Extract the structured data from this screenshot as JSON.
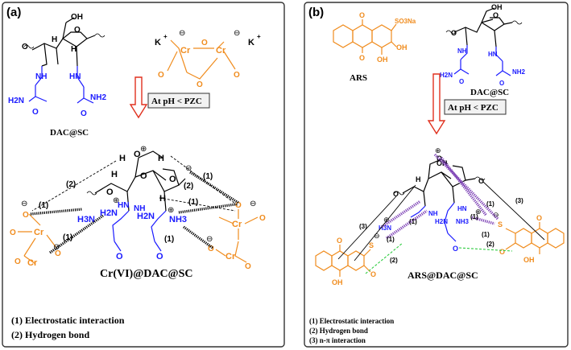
{
  "colors": {
    "black": "#000000",
    "blue": "#1a1aff",
    "orange": "#f08c1e",
    "red": "#e0301e",
    "purple": "#7b3fb4",
    "green": "#2ecc40",
    "panel_border": "#333333",
    "box_fill": "#f2f2f2"
  },
  "panel_a": {
    "tag": "(a)",
    "top_left_label": "DAC@SC",
    "top_right_ions": {
      "k_left": "K",
      "k_right": "K",
      "plus": "+",
      "minus": "⊖",
      "cr": "Cr",
      "o": "O"
    },
    "condition": "At pH < PZC",
    "product_label": "Cr(VI)@DAC@SC",
    "atoms": {
      "oh": "OH",
      "h": "H",
      "o": "O",
      "hn": "HN",
      "nh": "NH",
      "h2n": "H2N",
      "nh2": "NH2",
      "n": "N",
      "h3n": "H3N",
      "nh3": "NH3",
      "cr": "Cr",
      "plus": "⊕",
      "minus": "⊖"
    },
    "interaction_labels": {
      "one": "(1)",
      "two": "(2)"
    },
    "legend": [
      "(1) Electrostatic interaction",
      "(2) Hydrogen bond"
    ]
  },
  "panel_b": {
    "tag": "(b)",
    "ars_label": "ARS",
    "dac_label": "DAC@SC",
    "so3na": "SO3Na",
    "atoms": {
      "oh": "OH",
      "o": "O",
      "h": "H",
      "hn": "HN",
      "nh": "NH",
      "h2n": "H2N",
      "nh2": "NH2",
      "n": "N",
      "h3n": "H3N",
      "nh3": "NH3",
      "s": "S",
      "plus": "⊕",
      "minus": "⊖"
    },
    "condition": "At pH < PZC",
    "product_label": "ARS@DAC@SC",
    "interaction_labels": {
      "one": "(1)",
      "two": "(2)",
      "three": "(3)"
    },
    "legend": [
      "(1) Electrostatic interaction",
      "(2) Hydrogen bond",
      "(3) n-π interaction"
    ]
  }
}
